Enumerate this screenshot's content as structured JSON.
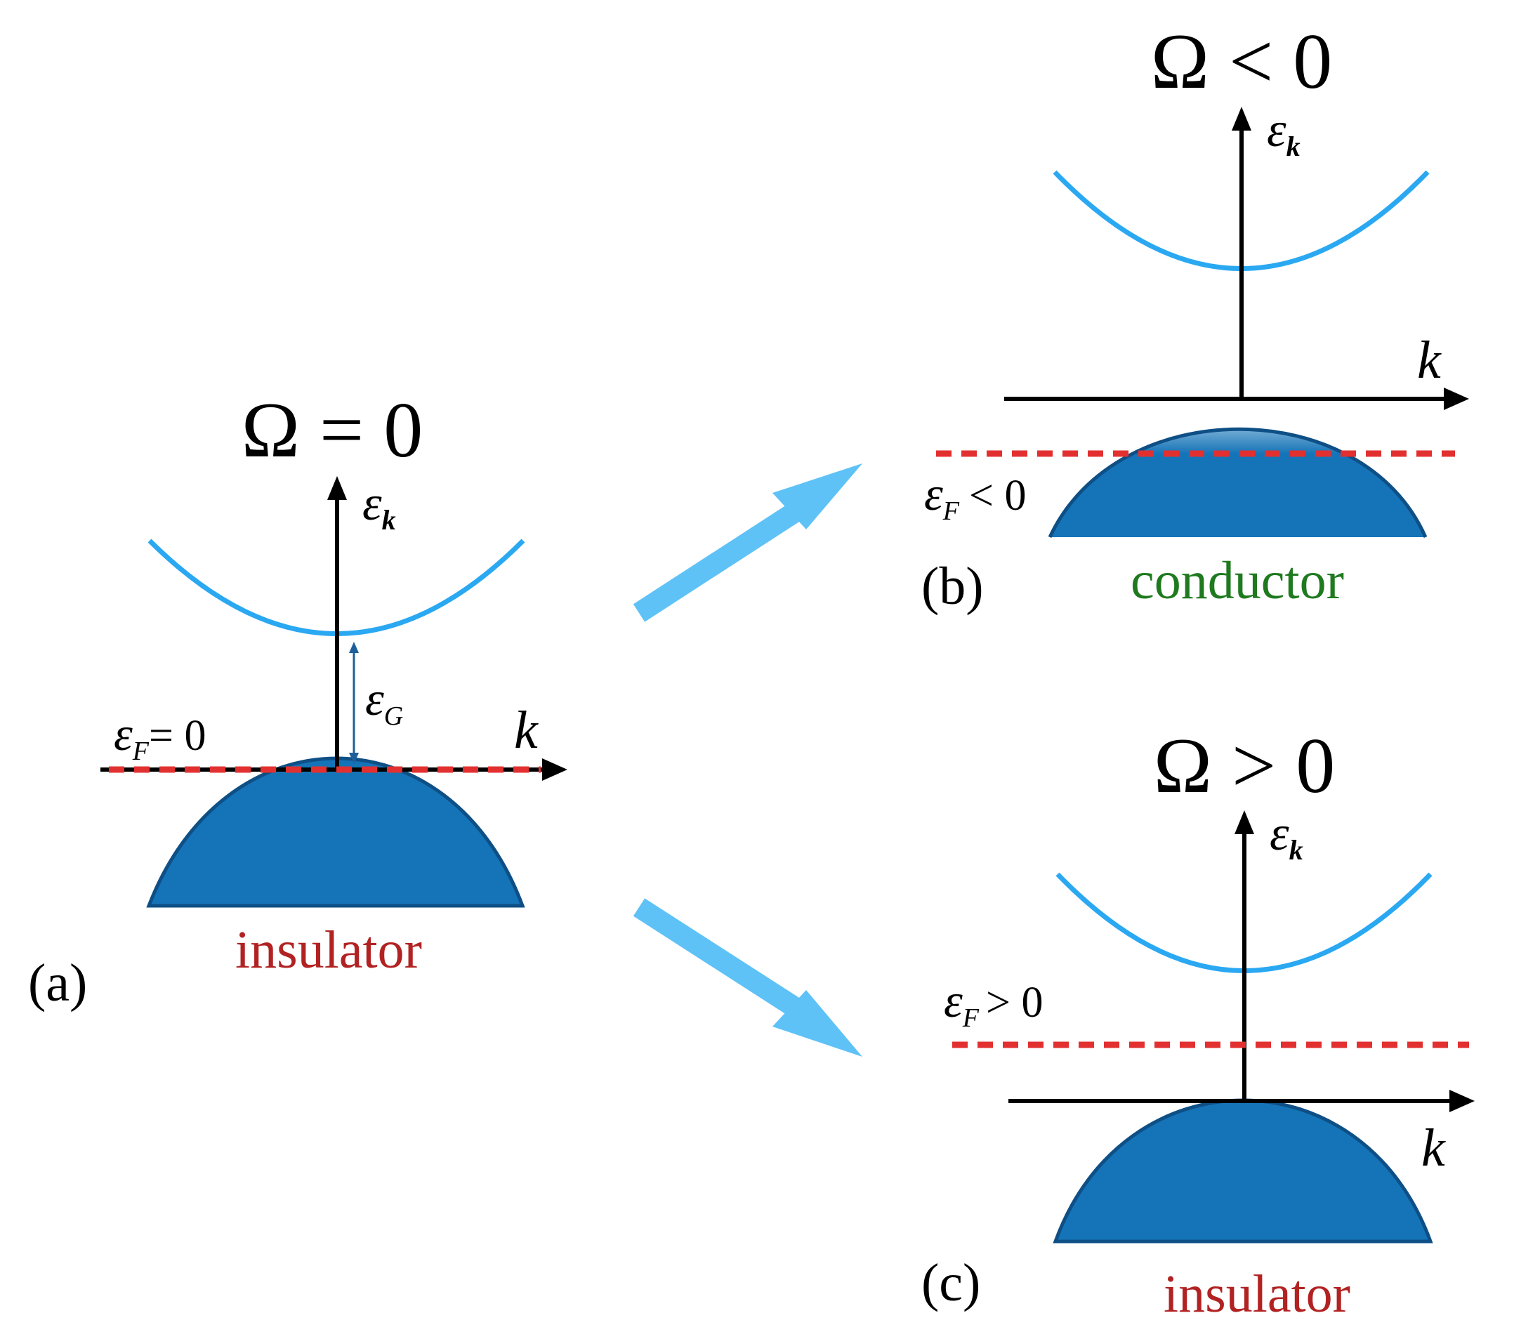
{
  "panels": {
    "a": {
      "title": "Ω = 0",
      "energy_axis": {
        "symbol": "ε",
        "subscript": "k"
      },
      "momentum_axis": "k",
      "gap_label": {
        "symbol": "ε",
        "subscript": "G"
      },
      "fermi_label": {
        "symbol": "ε",
        "subscript": "F",
        "relation": "= 0"
      },
      "panel_label": "(a)",
      "phase": "insulator"
    },
    "b": {
      "title": "Ω < 0",
      "energy_axis": {
        "symbol": "ε",
        "subscript": "k"
      },
      "momentum_axis": "k",
      "fermi_label": {
        "symbol": "ε",
        "subscript": "F",
        "relation": "< 0"
      },
      "panel_label": "(b)",
      "phase": "conductor"
    },
    "c": {
      "title": "Ω > 0",
      "energy_axis": {
        "symbol": "ε",
        "subscript": "k"
      },
      "momentum_axis": "k",
      "fermi_label": {
        "symbol": "ε",
        "subscript": "F",
        "relation": "> 0"
      },
      "panel_label": "(c)",
      "phase": "insulator"
    }
  },
  "colors": {
    "conduction_band": "#2aa8f2",
    "valence_band_fill": "#1574b8",
    "valence_band_edge": "#0e4f86",
    "fermi_level": "#e23030",
    "transition_arrow": "#5ec2f7",
    "insulator_text": "#b22222",
    "conductor_text": "#1f7a1f",
    "axis": "#000000"
  }
}
